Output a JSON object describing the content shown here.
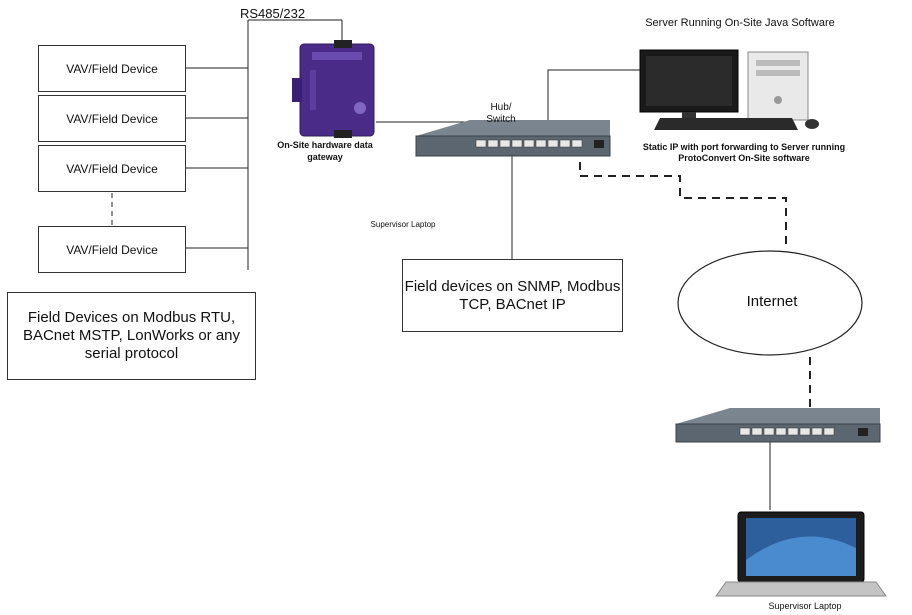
{
  "diagram": {
    "bus_label": "RS485/232",
    "field_devices": [
      "VAV/Field Device",
      "VAV/Field Device",
      "VAV/Field Device",
      "VAV/Field Device"
    ],
    "serial_note": "Field Devices on Modbus RTU, BACnet MSTP, LonWorks or any serial protocol",
    "gateway_label": "On-Site hardware data gateway",
    "hub_label": "Hub/ Switch",
    "server_label": "Server Running On-Site Java Software",
    "static_ip_note": "Static IP with port forwarding to Server running ProtoConvert On-Site software",
    "supervisor_laptop_label_1": "Supervisor Laptop",
    "ip_devices_note": "Field devices on SNMP, Modbus TCP, BACnet IP",
    "internet_label": "Internet",
    "supervisor_laptop_label_2": "Supervisor Laptop"
  },
  "colors": {
    "gateway": "#4a2c88",
    "switch": "#5c6670",
    "line": "#222222"
  },
  "icons": [
    "gateway-icon",
    "switch-icon",
    "monitor-icon",
    "tower-pc-icon",
    "keyboard-icon",
    "mouse-icon",
    "laptop-icon"
  ]
}
